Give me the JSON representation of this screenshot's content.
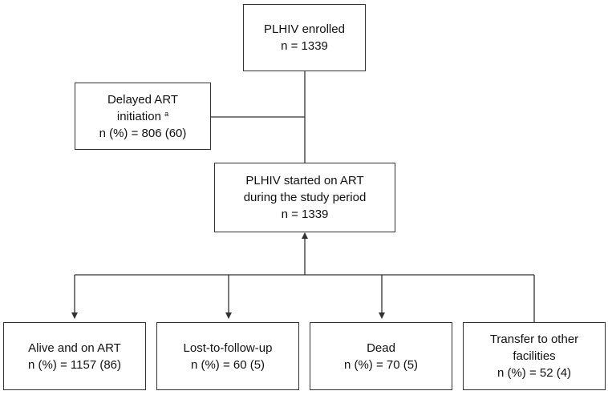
{
  "enrolled": {
    "line1": "PLHIV enrolled",
    "line2": "n = 1339"
  },
  "delayed": {
    "line1": "Delayed ART",
    "line2": "initiation",
    "superscript": "a",
    "line3": "n (%) = 806 (60)"
  },
  "started": {
    "line1": "PLHIV started on ART",
    "line2": "during the study period",
    "line3": "n = 1339"
  },
  "outcomes": [
    {
      "line1": "Alive and on ART",
      "line2": "n (%) = 1157 (86)"
    },
    {
      "line1": "Lost-to-follow-up",
      "line2": "n (%) = 60 (5)"
    },
    {
      "line1": "Dead",
      "line2": "n (%) = 70 (5)"
    },
    {
      "line1": "Transfer to other",
      "line2": "facilities",
      "line3": "n (%) = 52 (4)"
    }
  ],
  "colors": {
    "stroke": "#333333"
  }
}
